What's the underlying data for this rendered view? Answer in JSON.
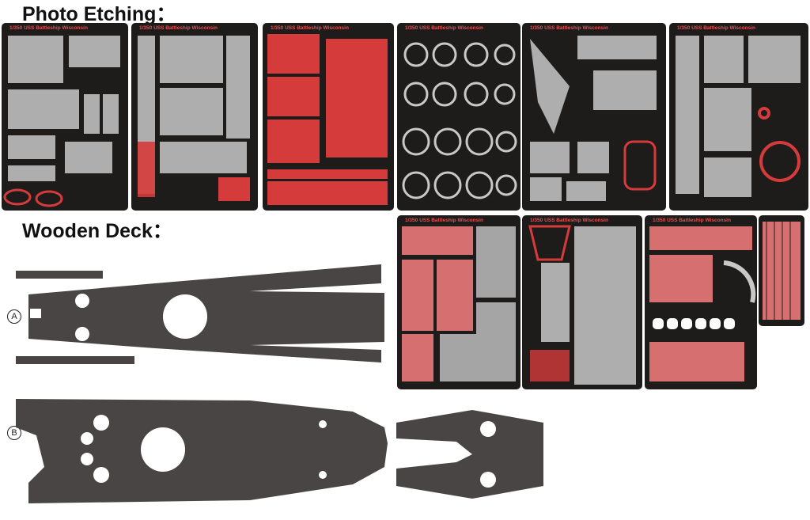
{
  "headings": {
    "photo_etching": "Photo Etching：",
    "wooden_deck": "Wooden Deck："
  },
  "sheet_title": "1/350 USS Battleship Wisconsin",
  "deck_labels": {
    "a": "A",
    "b": "B"
  },
  "colors": {
    "sheet_bg": "#1e1b1b",
    "etch_red": "#d63b3b",
    "etch_silver": "#c8c8c8",
    "deck_wood": "#4a4545"
  }
}
